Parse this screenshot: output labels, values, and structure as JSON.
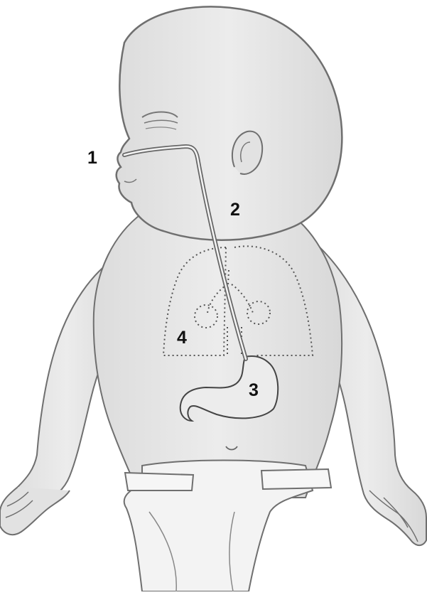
{
  "labels": {
    "n1": "1",
    "n2": "2",
    "n3": "3",
    "n4": "4"
  },
  "colors": {
    "skin": "#e6e6e6",
    "outline": "#6f6f6f",
    "diaper": "#f3f3f3",
    "label": "#111111"
  }
}
